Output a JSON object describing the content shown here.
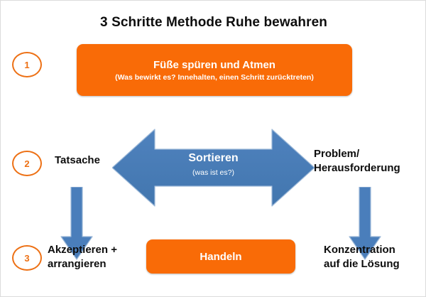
{
  "diagram": {
    "title": "3 Schritte Methode Ruhe bewahren",
    "colors": {
      "orange": "#F96B07",
      "orange_outline": "#ED7014",
      "blue": "#4A7EBB",
      "blue_dark": "#3A6A9E",
      "text": "#0D0D0D",
      "background": "#FFFFFF"
    },
    "steps": [
      {
        "number": "1"
      },
      {
        "number": "2"
      },
      {
        "number": "3"
      }
    ],
    "step1": {
      "box_title": "Füße spüren und Atmen",
      "box_subtitle": "(Was bewirkt es? Innehalten, einen Schritt zurücktreten)"
    },
    "step2": {
      "left_label": "Tatsache",
      "arrow_title": "Sortieren",
      "arrow_subtitle": "(was ist es?)",
      "right_label_line1": "Problem/",
      "right_label_line2": "Herausforderung"
    },
    "step3": {
      "left_label_line1": "Akzeptieren +",
      "left_label_line2": "arrangieren",
      "box_title": "Handeln",
      "right_label_line1": "Konzentration",
      "right_label_line2": "auf die Lösung"
    }
  }
}
